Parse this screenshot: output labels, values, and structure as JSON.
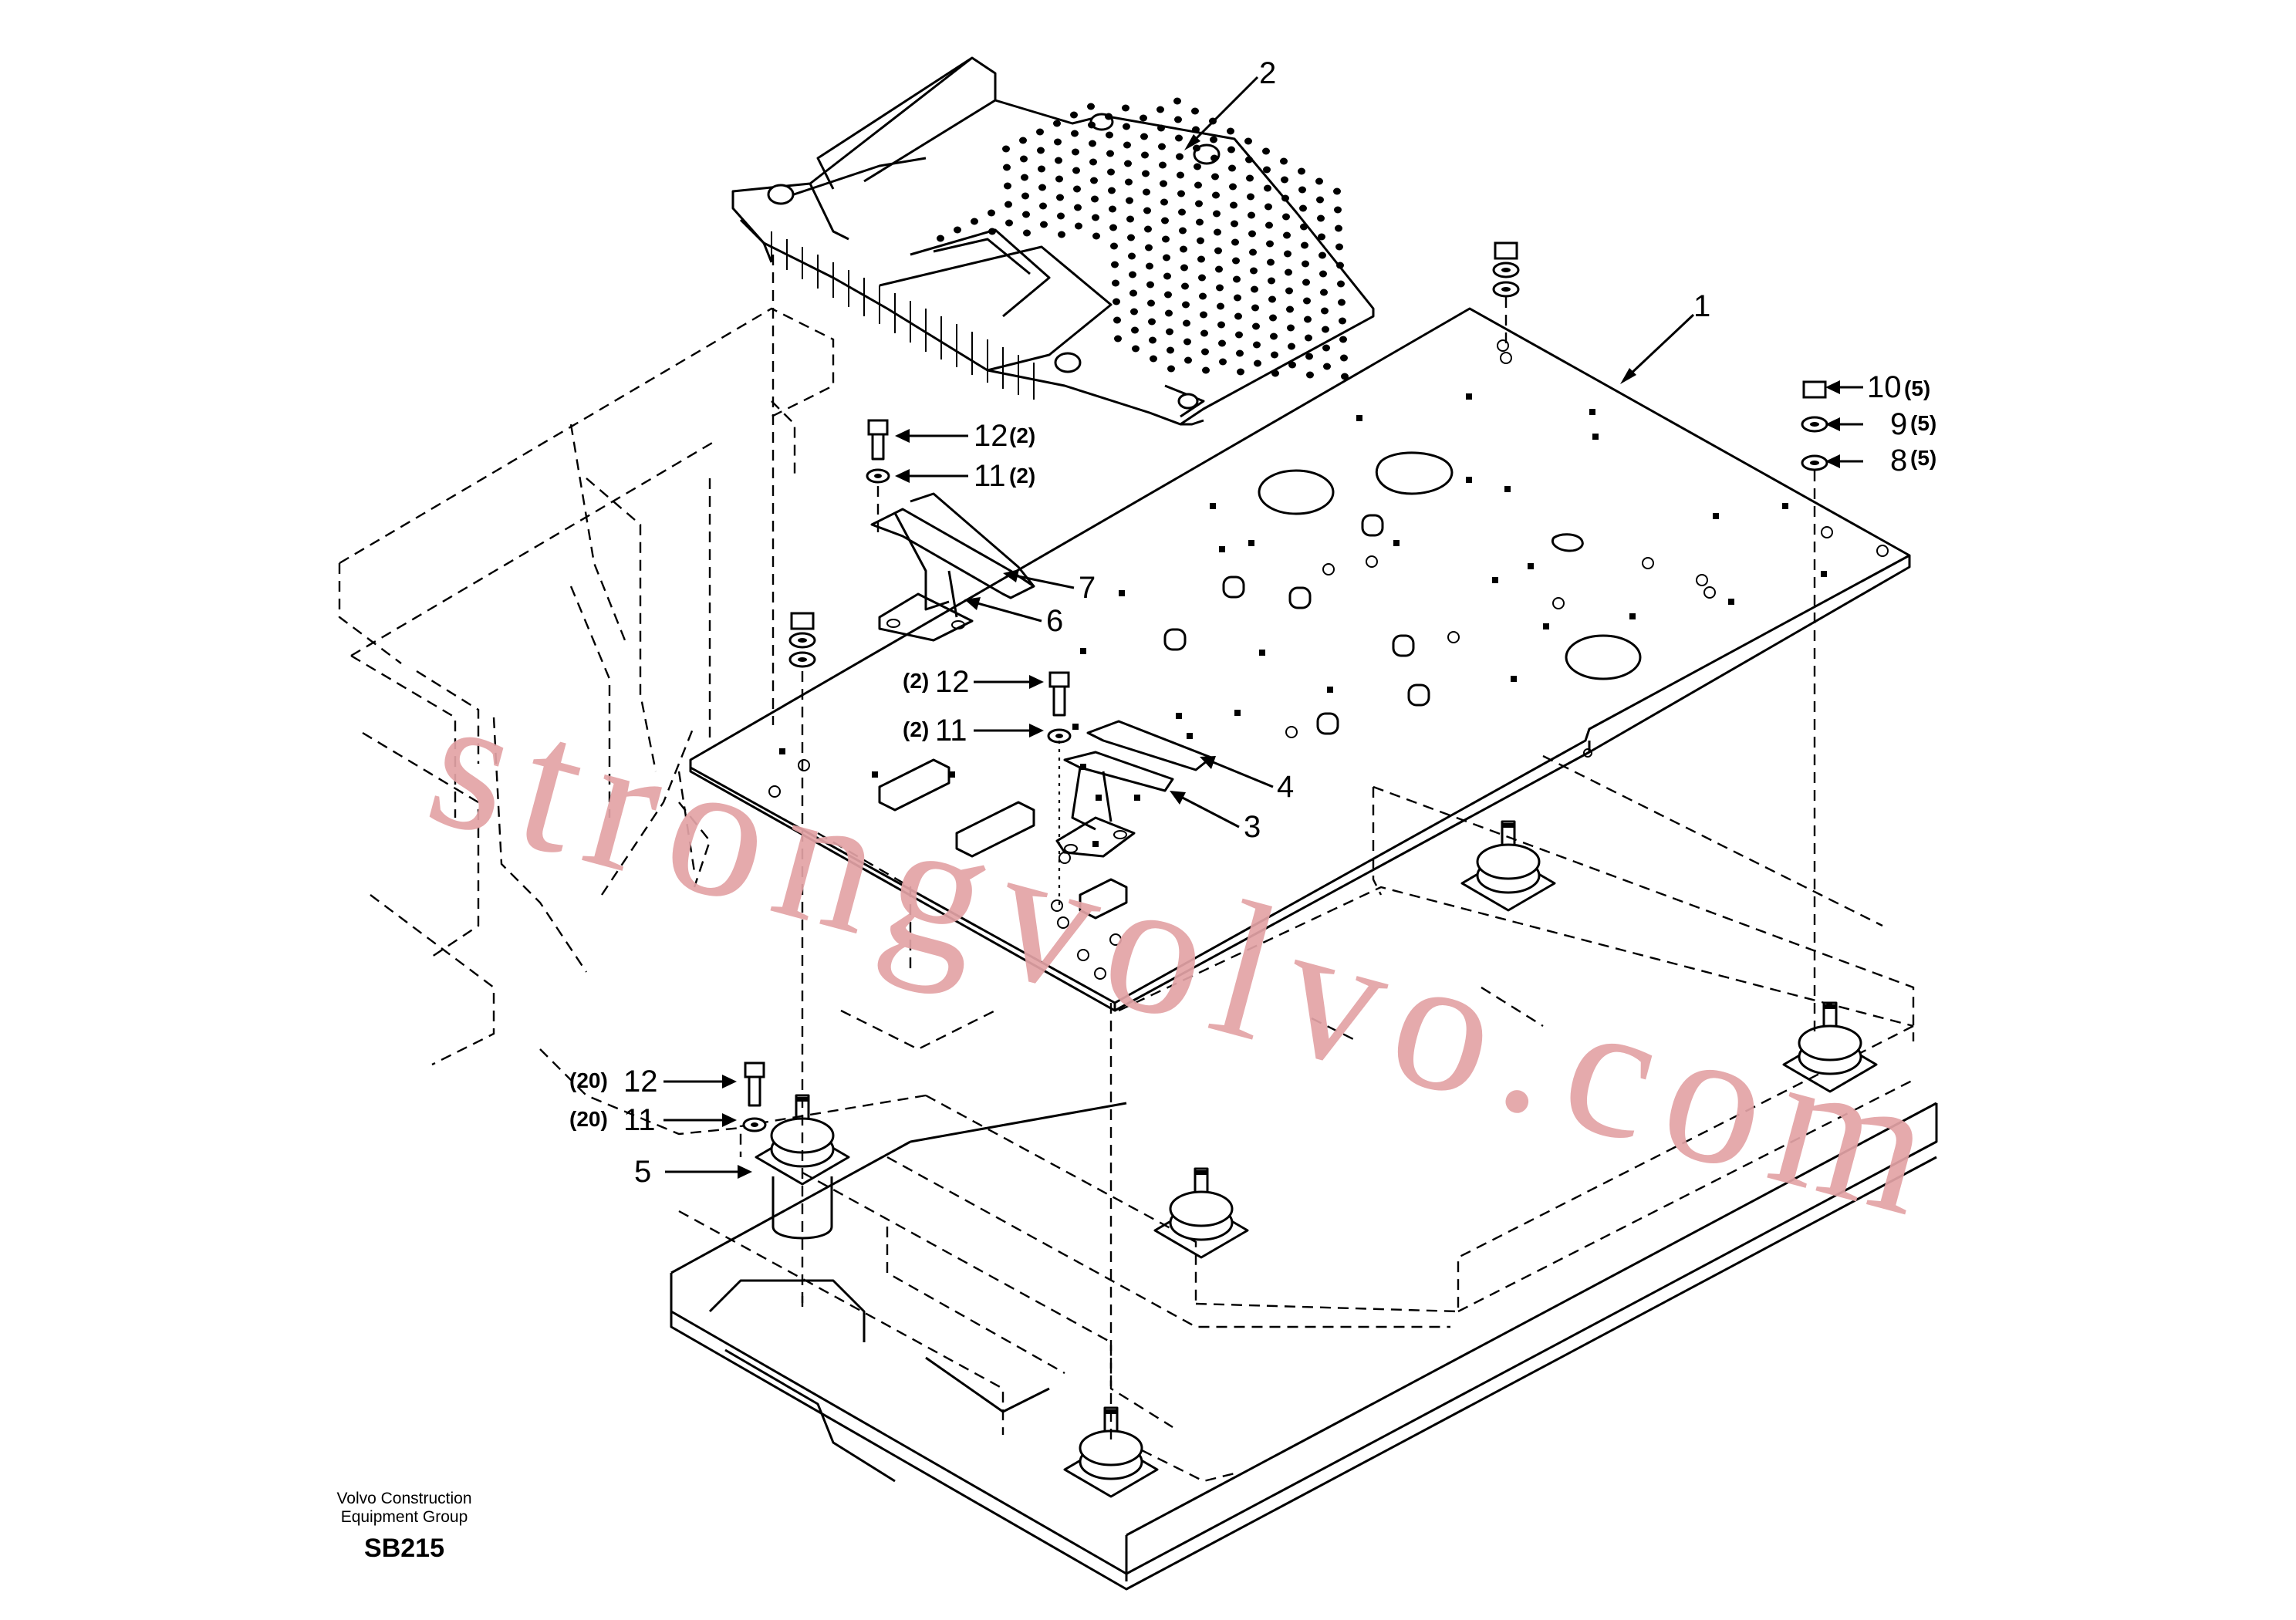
{
  "credit": {
    "line1": "Volvo Construction",
    "line2": "Equipment Group",
    "code": "SB215"
  },
  "watermark": "strongvolvo.com",
  "callouts": {
    "c1": "1",
    "c2": "2",
    "c3": "3",
    "c4": "4",
    "c5": "5",
    "c6": "6",
    "c7": "7",
    "c8": "8",
    "c8q": "(5)",
    "c9": "9",
    "c9q": "(5)",
    "c10": "10",
    "c10q": "(5)",
    "c11a": "11",
    "c11aq": "(2)",
    "c12a": "12",
    "c12aq": "(2)",
    "c12b": "12",
    "c12bq": "(2)",
    "c11b": "11",
    "c11bq": "(2)",
    "c12c": "12",
    "c12cq": "(20)",
    "c11c": "11",
    "c11cq": "(20)"
  },
  "colors": {
    "line": "#000000",
    "watermark": "#e3a3a6",
    "background": "#ffffff"
  }
}
